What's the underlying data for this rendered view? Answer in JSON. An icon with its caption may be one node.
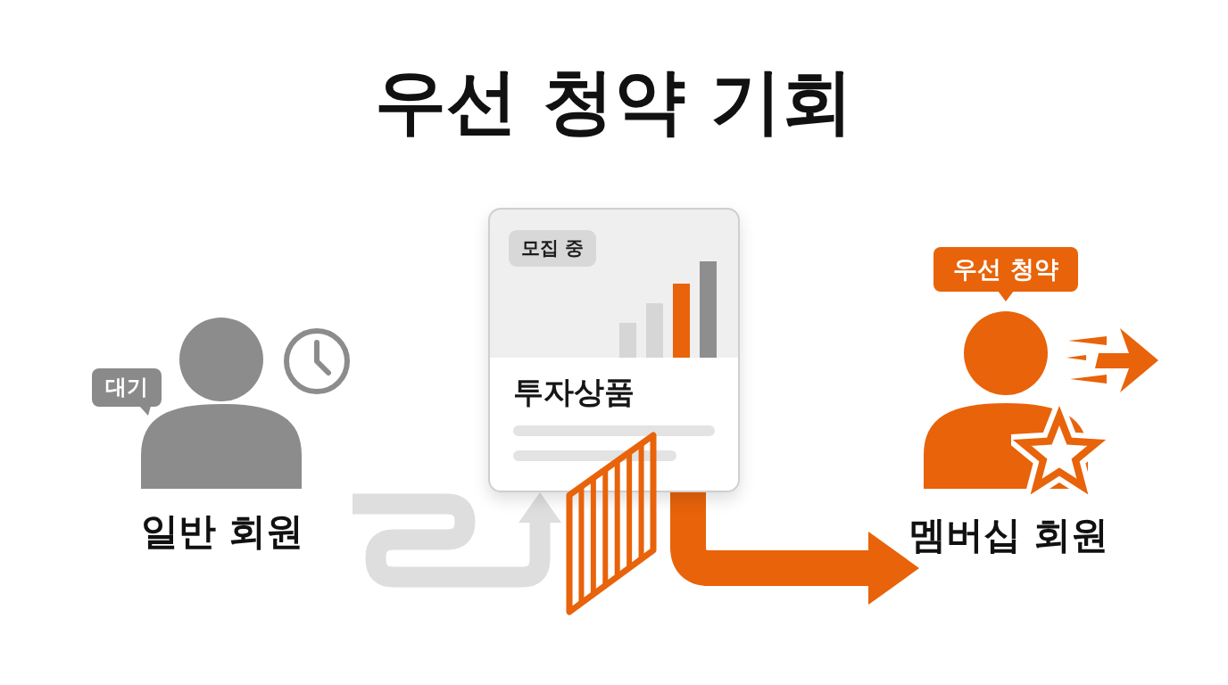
{
  "diagram": {
    "title": "우선 청약 기회",
    "nodes": [
      {
        "text": [
          "대기"
        ]
      },
      {
        "text": [
          "일반 회원"
        ]
      },
      {
        "text": [
          "투자상품"
        ]
      },
      {
        "text": [
          "모집 중"
        ],
        "in": 2
      },
      {
        "text": [
          "우선 청약"
        ]
      },
      {
        "text": [
          "멤버십 회원"
        ]
      }
    ],
    "edges": [
      {
        "from": 1,
        "to": 2,
        "arrow": "to",
        "color": "#dedede"
      },
      {
        "from": 2,
        "to": 5,
        "arrow": "to",
        "color": "#e8630a"
      }
    ]
  }
}
